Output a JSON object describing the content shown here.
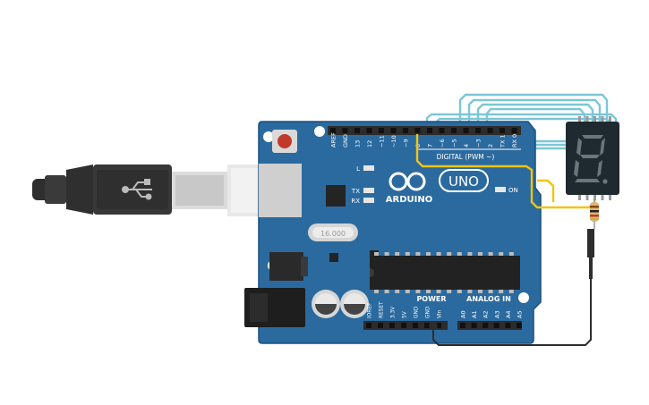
{
  "board": {
    "logo_text": "ARDUINO",
    "model": "UNO",
    "crystal_label": "16.000",
    "digital_header_label": "DIGITAL (PWM ~)",
    "digital_pins": [
      "AREF",
      "GND",
      "13",
      "12",
      "~11",
      "~10",
      "~9",
      "8",
      "7",
      "~6",
      "~5",
      "4",
      "~3",
      "2",
      "TX 1",
      "RX 0"
    ],
    "leds": {
      "l": "L",
      "tx": "TX",
      "rx": "RX",
      "on": "ON"
    },
    "power_header_label": "POWER",
    "power_pins": [
      "IOREF",
      "RESET",
      "3.3V",
      "5V",
      "GND",
      "GND",
      "Vin"
    ],
    "analog_header_label": "ANALOG IN",
    "analog_pins": [
      "A0",
      "A1",
      "A2",
      "A3",
      "A4",
      "A5"
    ]
  },
  "display": {
    "digit": "8.",
    "segment_color": "#6a757c",
    "body_color": "#1f2a30"
  },
  "colors": {
    "board": "#2b6a9f",
    "board_edge": "#1b4f7c",
    "header": "#2c2c2c",
    "wire_signal": "#7cc6d6",
    "wire_yellow": "#f1c40f",
    "wire_ground": "#2d2d2d",
    "usb_cable": "#333333",
    "usb_plug": "#e4e4e4",
    "reset_button": "#c0392b"
  }
}
